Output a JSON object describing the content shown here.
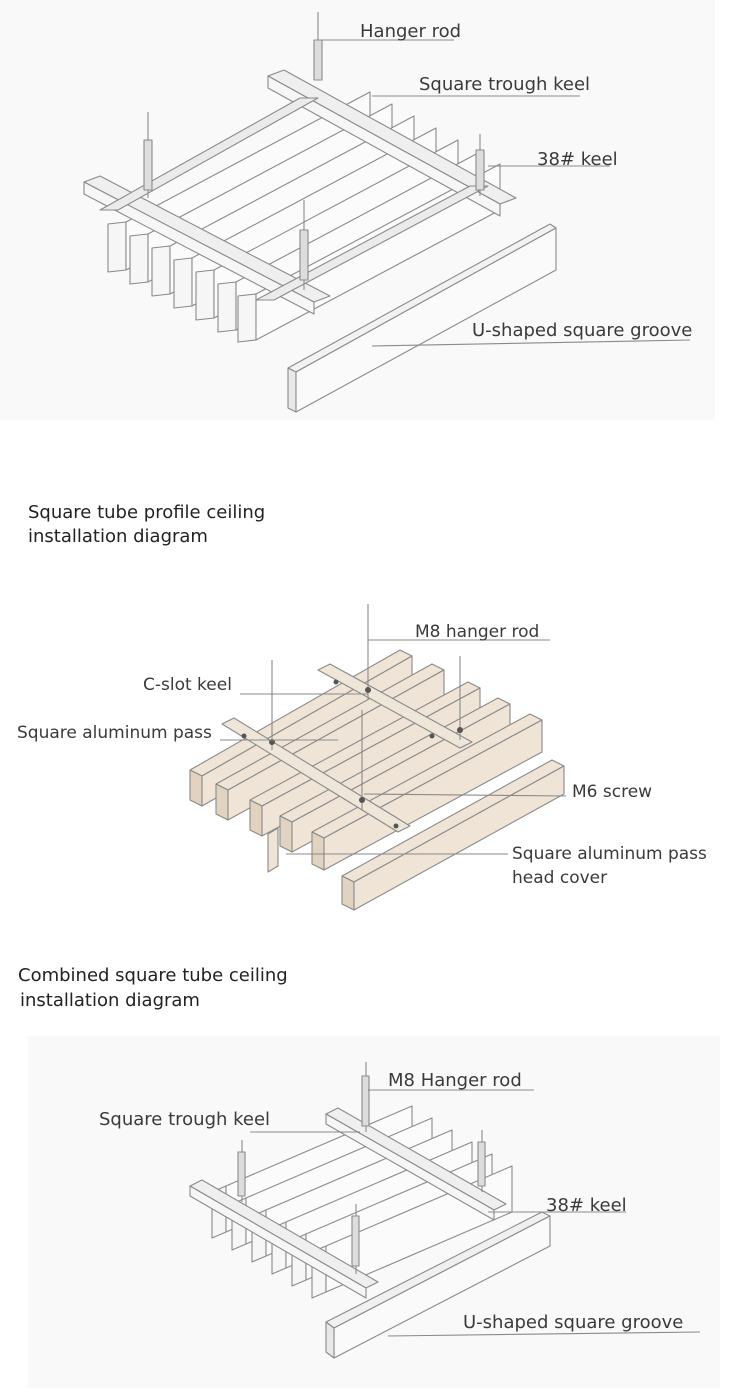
{
  "diagrams": [
    {
      "labels": {
        "hanger_rod": "Hanger rod",
        "square_trough_keel": "Square trough keel",
        "keel_38": "38# keel",
        "u_groove": "U-shaped square groove"
      }
    },
    {
      "caption_line1": "Square tube profile ceiling",
      "caption_line2": "installation diagram",
      "labels": {
        "m8_hanger_rod": "M8 hanger rod",
        "c_slot_keel": "C-slot keel",
        "square_aluminum_pass": "Square aluminum pass",
        "m6_screw": "M6 screw",
        "head_cover_line1": "Square aluminum pass",
        "head_cover_line2": "head cover"
      }
    },
    {
      "caption_line1": "Combined square tube ceiling",
      "caption_line2": "installation diagram",
      "labels": {
        "m8_hanger_rod": "M8 Hanger rod",
        "square_trough_keel": "Square trough keel",
        "keel_38": "38# keel",
        "u_groove": "U-shaped square groove"
      }
    }
  ],
  "colors": {
    "line": "#8a8a8a",
    "panel_gray": "#f4f4f4",
    "beam_wood": "#efe4d6",
    "beam_wood_side": "#e2d3c0"
  }
}
